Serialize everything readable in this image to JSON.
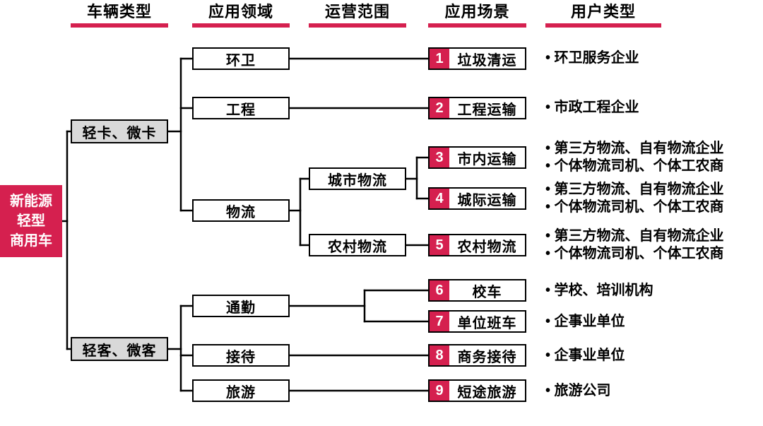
{
  "colors": {
    "accent": "#D5204F",
    "box_gray": "#D9D9D9",
    "line": "#000000"
  },
  "headers": [
    {
      "label": "车辆类型"
    },
    {
      "label": "应用领域"
    },
    {
      "label": "运营范围"
    },
    {
      "label": "应用场景"
    },
    {
      "label": "用户类型"
    }
  ],
  "root": {
    "lines": [
      "新能源",
      "轻型",
      "商用车"
    ]
  },
  "vehicle_types": [
    {
      "label": "轻卡、微卡"
    },
    {
      "label": "轻客、微客"
    }
  ],
  "fields": [
    {
      "label": "环卫"
    },
    {
      "label": "工程"
    },
    {
      "label": "物流"
    },
    {
      "label": "通勤"
    },
    {
      "label": "接待"
    },
    {
      "label": "旅游"
    }
  ],
  "scopes": [
    {
      "label": "城市物流"
    },
    {
      "label": "农村物流"
    }
  ],
  "scenarios": [
    {
      "num": "1",
      "label": "垃圾清运"
    },
    {
      "num": "2",
      "label": "工程运输"
    },
    {
      "num": "3",
      "label": "市内运输"
    },
    {
      "num": "4",
      "label": "城际运输"
    },
    {
      "num": "5",
      "label": "农村物流"
    },
    {
      "num": "6",
      "label": "校车"
    },
    {
      "num": "7",
      "label": "单位班车"
    },
    {
      "num": "8",
      "label": "商务接待"
    },
    {
      "num": "9",
      "label": "短途旅游"
    }
  ],
  "users": [
    {
      "lines": [
        "• 环卫服务企业"
      ]
    },
    {
      "lines": [
        "• 市政工程企业"
      ]
    },
    {
      "lines": [
        "• 第三方物流、自有物流企业",
        "• 个体物流司机、个体工农商"
      ]
    },
    {
      "lines": [
        "• 第三方物流、自有物流企业",
        "• 个体物流司机、个体工农商"
      ]
    },
    {
      "lines": [
        "• 第三方物流、自有物流企业",
        "• 个体物流司机、个体工农商"
      ]
    },
    {
      "lines": [
        "• 学校、培训机构"
      ]
    },
    {
      "lines": [
        "• 企事业单位"
      ]
    },
    {
      "lines": [
        "• 企事业单位"
      ]
    },
    {
      "lines": [
        "• 旅游公司"
      ]
    }
  ]
}
